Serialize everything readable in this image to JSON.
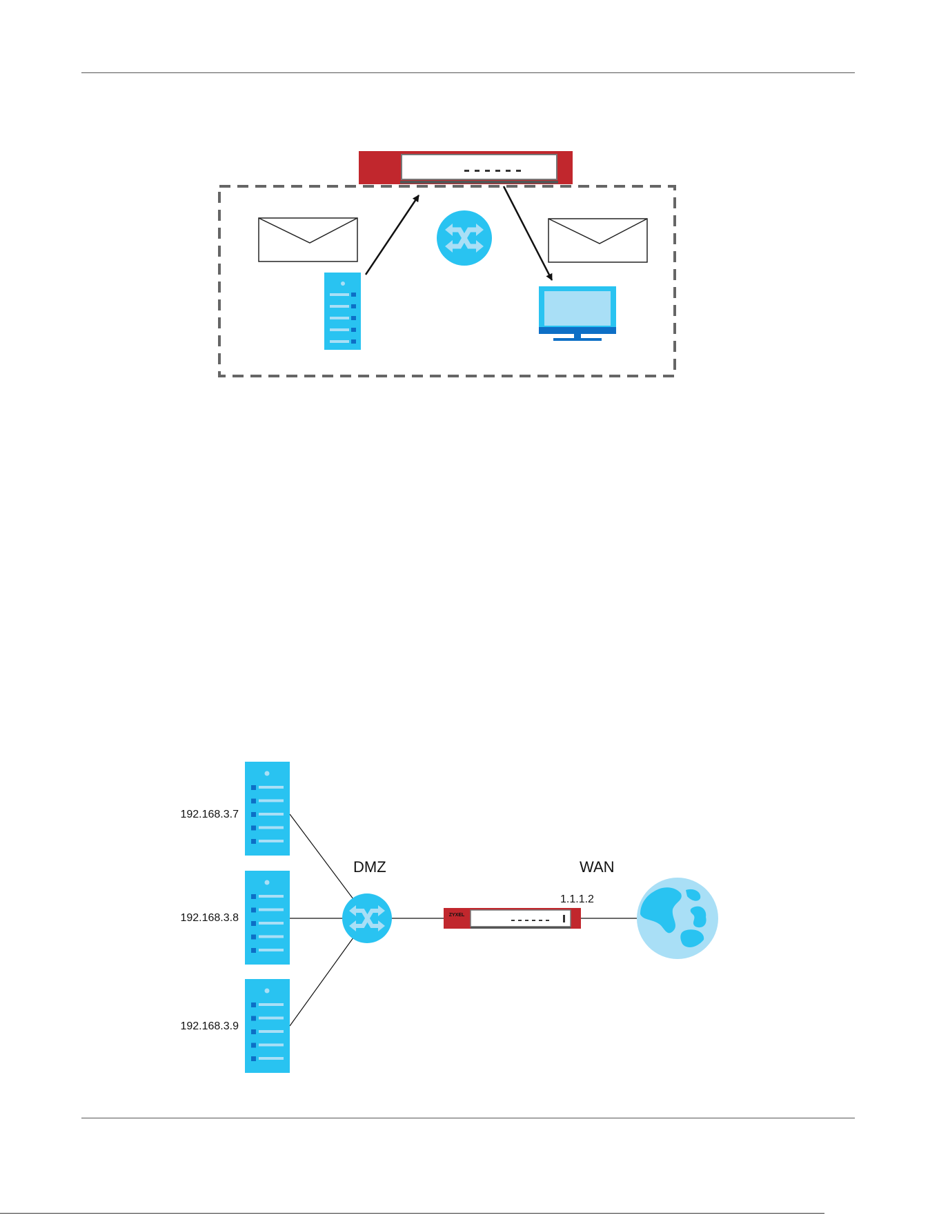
{
  "colors": {
    "device_blue": "#29c3f1",
    "device_light_blue": "#a9dff6",
    "device_dark_blue": "#0d6fc6",
    "firewall_red": "#c1272d",
    "frame_gray": "#666666",
    "line": "#111111"
  },
  "icons": [
    "firewall-icon",
    "switch-icon",
    "server-icon",
    "monitor-icon",
    "envelope-icon",
    "globe-icon"
  ],
  "diagram2": {
    "servers": [
      {
        "ip": "192.168.3.7"
      },
      {
        "ip": "192.168.3.8"
      },
      {
        "ip": "192.168.3.9"
      }
    ],
    "dmz_label": "DMZ",
    "wan_label": "WAN",
    "wan_ip": "1.1.1.2",
    "firewall_brand": "ZYXEL"
  }
}
